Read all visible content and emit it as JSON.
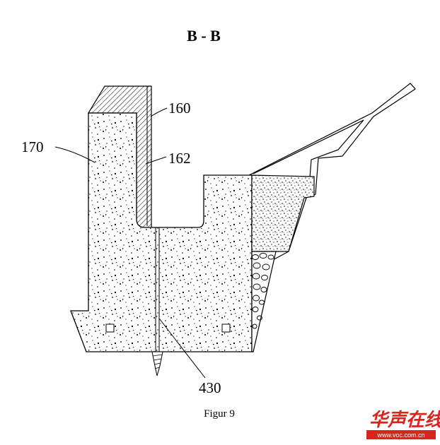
{
  "title": "B - B",
  "caption": "Figur 9",
  "labels": {
    "l160": "160",
    "l162": "162",
    "l170": "170",
    "l430": "430"
  },
  "watermark": {
    "text": "华声在线",
    "url": "www.voc.com.cn",
    "color": "#d9251d"
  }
}
